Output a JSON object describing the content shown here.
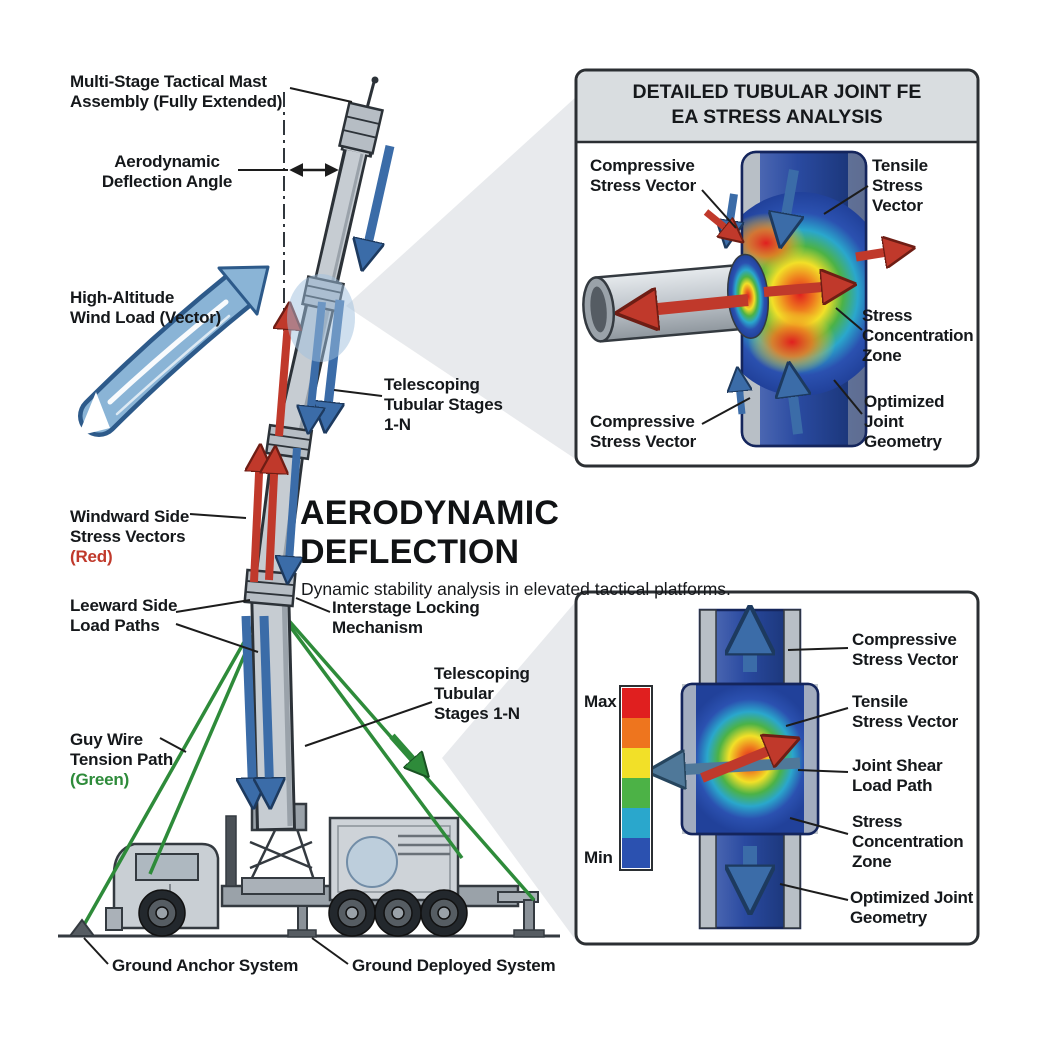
{
  "heading": {
    "title": "AERODYNAMIC DEFLECTION",
    "subtitle": "Dynamic stability analysis in elevated tactical platforms."
  },
  "diagram_labels": {
    "mast_assembly": "Multi-Stage Tactical Mast\nAssembly (Fully Extended)",
    "deflection_angle": "Aerodynamic\nDeflection Angle",
    "wind_load": "High-Altitude\nWind Load (Vector)",
    "telescoping_upper": "Telescoping\nTubular Stages\n1-N",
    "windward_stress": "Windward Side\nStress Vectors",
    "windward_tag": "(Red)",
    "leeward": "Leeward Side\nLoad Paths",
    "interstage": "Interstage Locking\nMechanism",
    "telescoping_lower": "Telescoping\nTubular\nStages 1-N",
    "guy_wire": "Guy Wire\nTension Path",
    "guy_wire_tag": "(Green)",
    "ground_anchor": "Ground Anchor System",
    "ground_deployed": "Ground Deployed System"
  },
  "inset_top": {
    "title": "DETAILED TUBULAR JOINT FE\nEA STRESS ANALYSIS",
    "compressive_top": "Compressive\nStress Vector",
    "tensile": "Tensile\nStress\nVector",
    "stress_zone": "Stress\nConcentration\nZone",
    "optimized": "Optimized\nJoint\nGeometry",
    "compressive_bottom": "Compressive\nStress Vector"
  },
  "inset_bottom": {
    "scale_max": "Max",
    "scale_min": "Min",
    "compressive": "Compressive\nStress Vector",
    "tensile": "Tensile\nStress Vector",
    "shear": "Joint Shear\nLoad Path",
    "stress_zone": "Stress\nConcentration\nZone",
    "optimized": "Optimized Joint\nGeometry"
  },
  "colors": {
    "windward_red": "#c0392b",
    "leeward_blue": "#3b6ca8",
    "guy_wire_green": "#2e8b3a",
    "wind_arrow_blue": "#8ab4d6",
    "fea_max_red": "#e01f1f",
    "fea_min_blue": "#2b51b0"
  }
}
